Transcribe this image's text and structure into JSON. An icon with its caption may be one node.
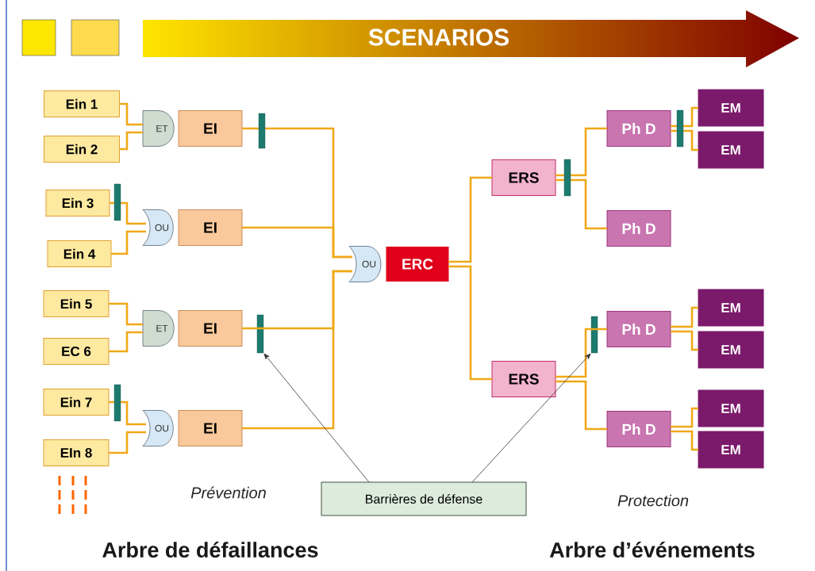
{
  "diagram": {
    "nodes": [
      {
        "text": [
          "Ein 1"
        ]
      },
      {
        "text": [
          "Ein 2"
        ]
      },
      {
        "text": [
          "ET"
        ]
      },
      {
        "text": [
          "EI"
        ]
      },
      {
        "text": [
          "Ein 3"
        ]
      },
      {
        "text": [
          "Ein 4"
        ]
      },
      {
        "text": [
          "OU"
        ]
      },
      {
        "text": [
          "EI"
        ]
      },
      {
        "text": [
          "Ein 5"
        ]
      },
      {
        "text": [
          "EC 6"
        ]
      },
      {
        "text": [
          "ET"
        ]
      },
      {
        "text": [
          "EI"
        ]
      },
      {
        "text": [
          "Ein 7"
        ]
      },
      {
        "text": [
          "EIn 8"
        ]
      },
      {
        "text": [
          "OU"
        ]
      },
      {
        "text": [
          "EI"
        ]
      },
      {
        "text": [
          "OU"
        ]
      },
      {
        "text": [
          "ERC"
        ]
      },
      {
        "text": [
          "ERS"
        ]
      },
      {
        "text": [
          "Ph D"
        ]
      },
      {
        "text": [
          "EM"
        ]
      },
      {
        "text": [
          "EM"
        ]
      },
      {
        "text": [
          "Ph D"
        ]
      },
      {
        "text": [
          "ERS"
        ]
      },
      {
        "text": [
          "Ph D"
        ]
      },
      {
        "text": [
          "EM"
        ]
      },
      {
        "text": [
          "EM"
        ]
      },
      {
        "text": [
          "Ph D"
        ]
      },
      {
        "text": [
          "EM"
        ]
      },
      {
        "text": [
          "EM"
        ]
      },
      {
        "text": [
          "Barrières de défense"
        ]
      },
      {
        "text": [],
        "shape": "bar"
      },
      {
        "text": [],
        "shape": "bar"
      }
    ],
    "edges": [
      {
        "from": 0,
        "to": 2,
        "arrow": "none"
      },
      {
        "from": 1,
        "to": 2,
        "arrow": "none"
      },
      {
        "from": 3,
        "to": 16,
        "arrow": "none"
      },
      {
        "from": 4,
        "to": 6,
        "arrow": "none"
      },
      {
        "from": 5,
        "to": 6,
        "arrow": "none"
      },
      {
        "from": 7,
        "to": 16,
        "arrow": "none"
      },
      {
        "from": 8,
        "to": 10,
        "arrow": "none"
      },
      {
        "from": 9,
        "to": 10,
        "arrow": "none"
      },
      {
        "from": 11,
        "to": 16,
        "arrow": "none"
      },
      {
        "from": 12,
        "to": 14,
        "arrow": "none"
      },
      {
        "from": 13,
        "to": 14,
        "arrow": "none"
      },
      {
        "from": 15,
        "to": 16,
        "arrow": "none"
      },
      {
        "from": 17,
        "to": 18,
        "arrow": "none"
      },
      {
        "from": 17,
        "to": 23,
        "arrow": "none"
      },
      {
        "from": 18,
        "to": 19,
        "arrow": "none"
      },
      {
        "from": 18,
        "to": 22,
        "arrow": "none"
      },
      {
        "from": 19,
        "to": 20,
        "arrow": "none"
      },
      {
        "from": 19,
        "to": 21,
        "arrow": "none"
      },
      {
        "from": 23,
        "to": 24,
        "arrow": "none"
      },
      {
        "from": 23,
        "to": 27,
        "arrow": "none"
      },
      {
        "from": 24,
        "to": 25,
        "arrow": "none"
      },
      {
        "from": 24,
        "to": 26,
        "arrow": "none"
      },
      {
        "from": 27,
        "to": 28,
        "arrow": "none"
      },
      {
        "from": 27,
        "to": 29,
        "arrow": "none"
      },
      {
        "from": 30,
        "to": 31,
        "arrow": "to",
        "color": "#333333"
      },
      {
        "from": 30,
        "to": 32,
        "arrow": "to",
        "color": "#333333"
      }
    ],
    "labels": [
      "SCENARIOS",
      "Prévention",
      "Protection",
      "Arbre de défaillances",
      "Arbre d’événements"
    ]
  }
}
